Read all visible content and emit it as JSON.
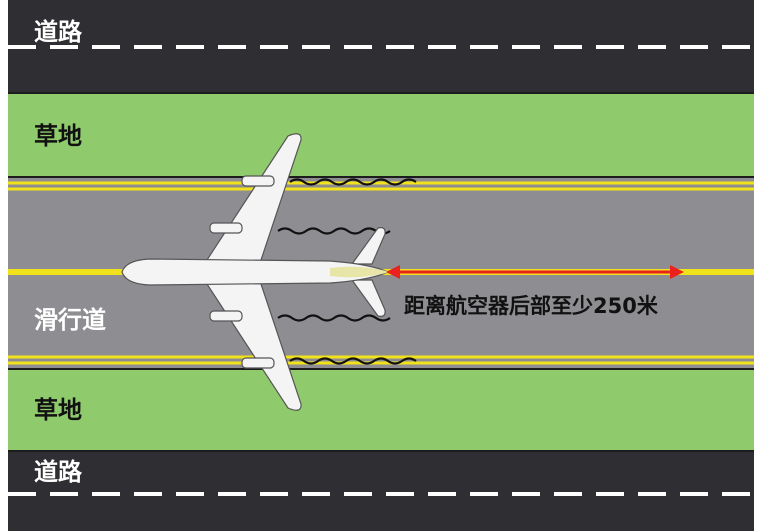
{
  "labels": {
    "road_top": "道路",
    "grass_top": "草地",
    "taxiway": "滑行道",
    "grass_bottom": "草地",
    "road_bottom": "道路"
  },
  "annotation": "距离航空器后部至少250米",
  "colors": {
    "road": "#2f2f33",
    "grass": "#8fcb6c",
    "taxiway": "#8e8e92",
    "centerline": "#f2e21b",
    "arrow": "#e8221f",
    "aircraft": "#f4f4f4"
  }
}
